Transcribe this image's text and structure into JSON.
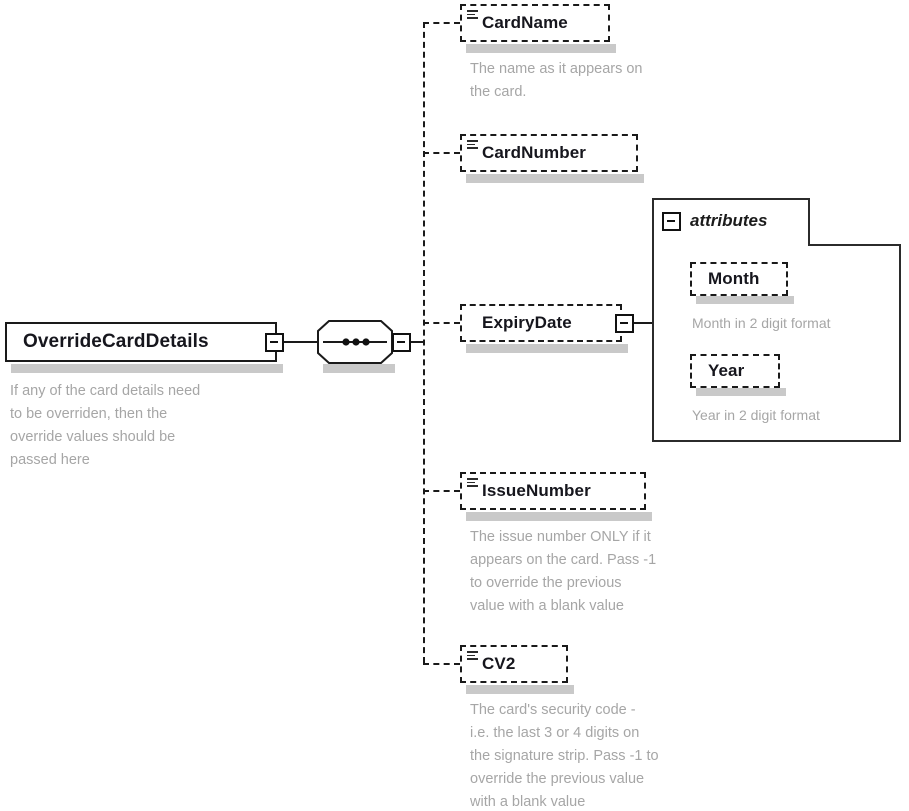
{
  "diagram": {
    "type": "xsd-schema-diagram",
    "title": "OverrideCardDetails",
    "colors": {
      "border": "#1a1a1a",
      "label": "#16161d",
      "description": "#a6a6a6",
      "shadow": "#c9c9c9",
      "background": "#ffffff"
    }
  },
  "root": {
    "name": "OverrideCardDetails",
    "required": true,
    "description": "If any of the card details need\nto be overriden, then the\noverride values should be\npassed here",
    "expander": "minus"
  },
  "compositor": {
    "kind": "sequence",
    "symbol": "three-dots",
    "expander": "minus"
  },
  "children": [
    {
      "name": "CardName",
      "optional": true,
      "has_content_icon": true,
      "description": "The name as it appears on\nthe card."
    },
    {
      "name": "CardNumber",
      "optional": true,
      "has_content_icon": true,
      "description": ""
    },
    {
      "name": "ExpiryDate",
      "optional": true,
      "has_content_icon": false,
      "description": "",
      "expander": "minus"
    },
    {
      "name": "IssueNumber",
      "optional": true,
      "has_content_icon": true,
      "description": "The issue number ONLY if it\nappears on the card. Pass -1\nto override the previous\nvalue with a blank value"
    },
    {
      "name": "CV2",
      "optional": true,
      "has_content_icon": true,
      "description": "The card's security code -\ni.e. the last 3 or 4 digits on\nthe signature strip. Pass -1 to\noverride the previous value\nwith a blank value"
    }
  ],
  "attributes_group": {
    "label": "attributes",
    "expander": "minus",
    "items": [
      {
        "name": "Month",
        "optional": true,
        "description": "Month in 2 digit format"
      },
      {
        "name": "Year",
        "optional": true,
        "description": "Year in 2 digit format"
      }
    ]
  }
}
